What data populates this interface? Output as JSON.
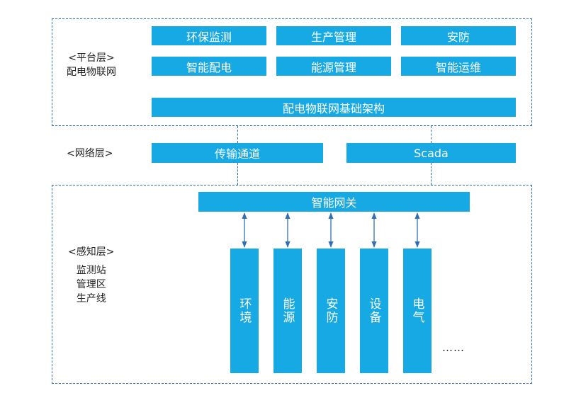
{
  "platform_layer": {
    "label_line1": "<平台层>",
    "label_line2": "配电物联网",
    "apps": [
      "环保监测",
      "生产管理",
      "安防",
      "智能配电",
      "能源管理",
      "智能运维"
    ],
    "base": "配电物联网基础架构"
  },
  "network_layer": {
    "label": "<网络层>",
    "channels": [
      "传输通道",
      "Scada"
    ]
  },
  "sensing_layer": {
    "label_line1": "<感知层>",
    "label_lines": [
      "监测站",
      "管理区",
      "生产线"
    ],
    "gateway": "智能网关",
    "devices": [
      "环境",
      "能源",
      "安防",
      "设备",
      "电气"
    ],
    "more": "……"
  },
  "colors": {
    "block": "#17a9e3",
    "border": "#2f6fb5"
  }
}
